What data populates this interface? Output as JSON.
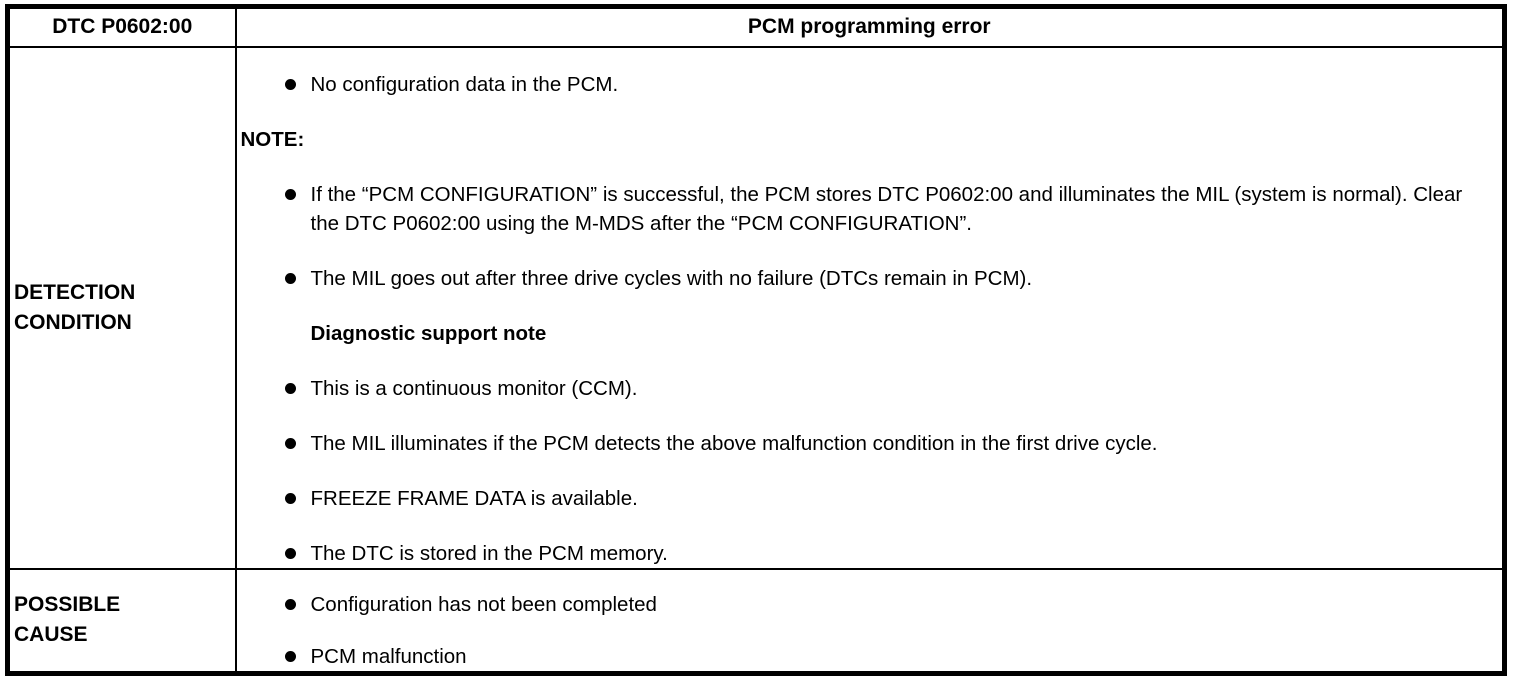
{
  "table": {
    "header": {
      "dtc_code": "DTC P0602:00",
      "title": "PCM programming error"
    },
    "detection": {
      "label": "DETECTION CONDITION",
      "items": [
        {
          "type": "bullet",
          "text": "No configuration data in the PCM."
        },
        {
          "type": "note-label",
          "text": "NOTE:"
        },
        {
          "type": "bullet",
          "text": "If the “PCM CONFIGURATION” is successful, the PCM stores DTC P0602:00 and illuminates the MIL (system is normal). Clear the DTC P0602:00 using the M-MDS after the “PCM CONFIGURATION”."
        },
        {
          "type": "bullet",
          "text": "The MIL goes out after three drive cycles with no failure (DTCs remain in PCM)."
        },
        {
          "type": "subheading",
          "text": "Diagnostic support note"
        },
        {
          "type": "bullet",
          "text": "This is a continuous monitor (CCM)."
        },
        {
          "type": "bullet",
          "text": "The MIL illuminates if the PCM detects the above malfunction condition in the first drive cycle."
        },
        {
          "type": "bullet",
          "text": "FREEZE FRAME DATA is available."
        },
        {
          "type": "bullet",
          "text": "The DTC is stored in the PCM memory."
        }
      ]
    },
    "possible_cause": {
      "label": "POSSIBLE CAUSE",
      "items": [
        {
          "type": "bullet",
          "text": "Configuration has not been completed"
        },
        {
          "type": "bullet",
          "text": "PCM malfunction"
        }
      ]
    }
  },
  "colors": {
    "text": "#000000",
    "border": "#000000",
    "background": "#ffffff"
  }
}
